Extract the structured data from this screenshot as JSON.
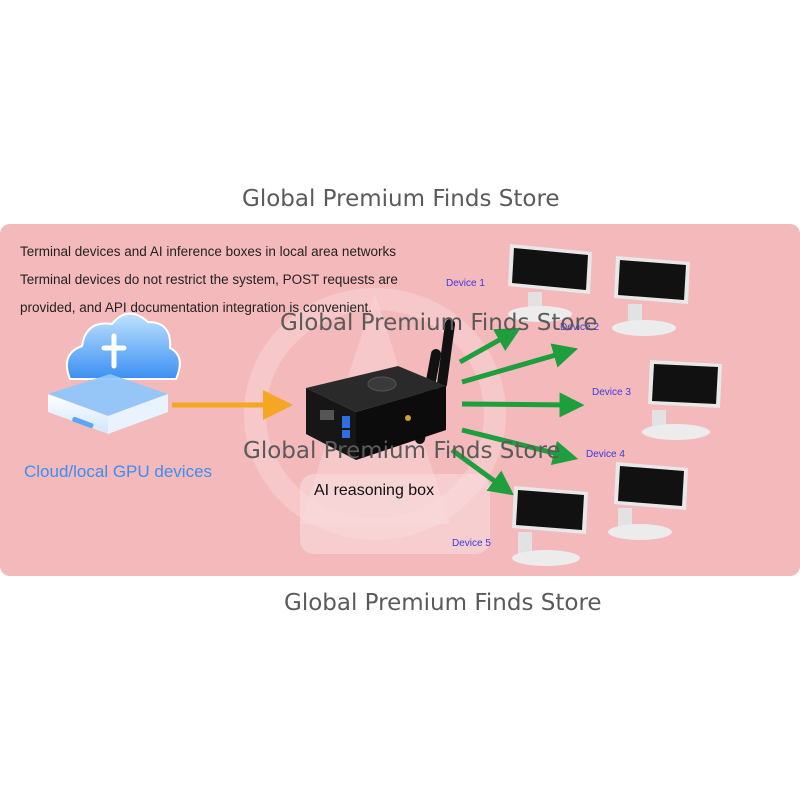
{
  "watermark": "Global Premium Finds Store",
  "description": {
    "line1": "Terminal devices and AI inference boxes in local area networks",
    "line2": "Terminal devices do not restrict the system, POST requests are",
    "line3": "provided, and API documentation integration is convenient."
  },
  "source_label": "Cloud/local GPU devices",
  "box_label": "AI reasoning box",
  "devices": [
    "Device 1",
    "Device 2",
    "Device 3",
    "Device 4",
    "Device 5"
  ],
  "colors": {
    "panel": "#f4b9bb",
    "arrow_input": "#f5a623",
    "arrow_output": "#1e9e3c",
    "source_label": "#3d8ef0",
    "device_label": "#3a3ae0"
  }
}
